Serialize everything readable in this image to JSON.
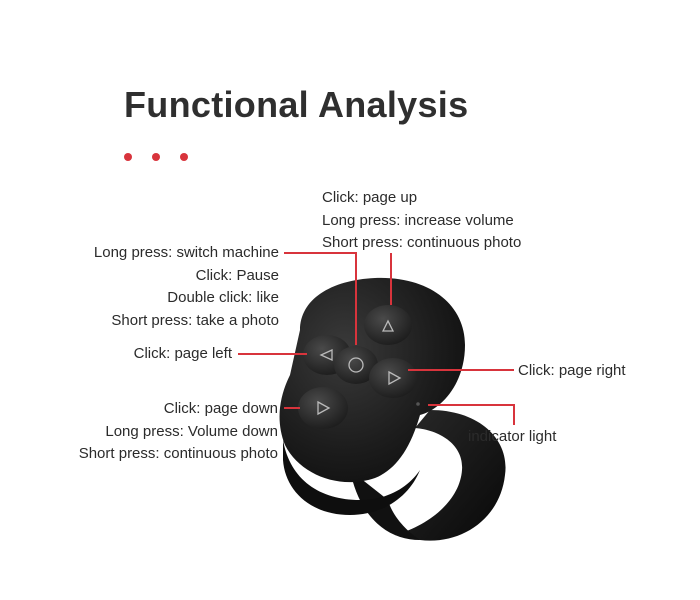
{
  "title": "Functional Analysis",
  "accent_color": "#d8343c",
  "groups": {
    "top": {
      "lines": [
        "Click: page up",
        "Long press: increase volume",
        "Short press: continuous photo"
      ]
    },
    "upper_left": {
      "lines": [
        "Long press: switch machine",
        "Click: Pause",
        "Double click: like",
        "Short press: take a photo"
      ]
    },
    "left": {
      "lines": [
        "Click: page left"
      ]
    },
    "right": {
      "lines": [
        "Click: page right"
      ]
    },
    "lower_left": {
      "lines": [
        "Click: page down",
        "Long press: Volume down",
        "Short press: continuous photo"
      ]
    },
    "indicator": {
      "lines": [
        "indicator light"
      ]
    }
  }
}
